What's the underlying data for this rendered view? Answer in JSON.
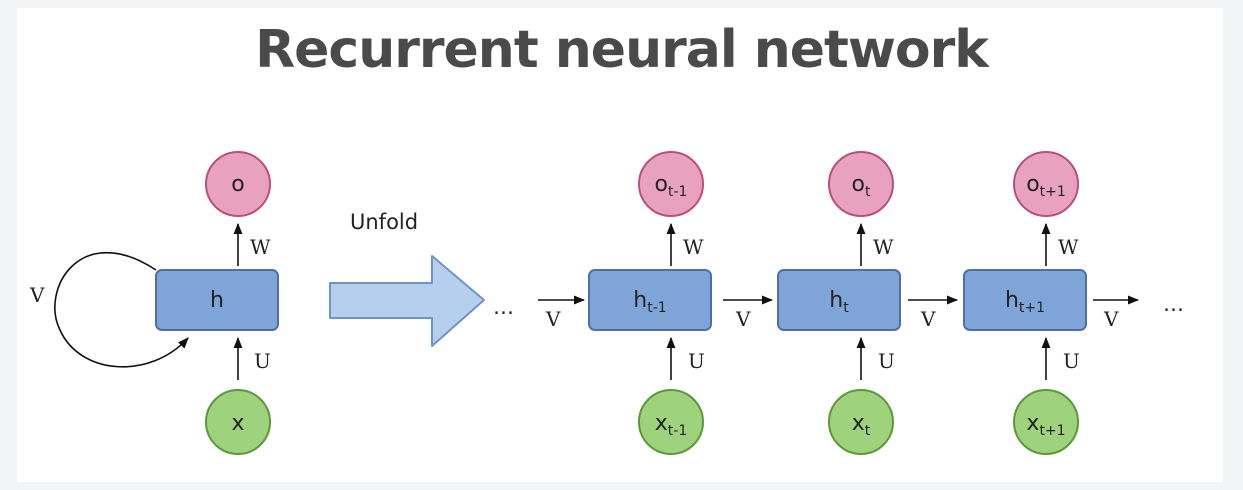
{
  "title": "Recurrent neural network",
  "unfold_label": "Unfold",
  "colors": {
    "hidden_fill": "#7fa5d8",
    "hidden_stroke": "#4f6fa8",
    "output_fill": "#e8a2c0",
    "output_stroke": "#b8507f",
    "input_fill": "#9fd27d",
    "input_stroke": "#5a9a3b",
    "arrow_fill": "#b7cfee",
    "arrow_stroke": "#6f94c6",
    "title_color": "#4a4a4a"
  },
  "folded": {
    "hidden": "h",
    "output": "o",
    "input": "x",
    "weight_w": "W",
    "weight_u": "U",
    "weight_v": "V"
  },
  "unfolded": {
    "ellipsis": "…",
    "steps": [
      {
        "hidden_base": "h",
        "hidden_sub": "t-1",
        "output_base": "o",
        "output_sub": "t-1",
        "input_base": "x",
        "input_sub": "t-1",
        "weight_w": "W",
        "weight_u": "U",
        "weight_v_in": "V",
        "weight_v_out": "V"
      },
      {
        "hidden_base": "h",
        "hidden_sub": "t",
        "output_base": "o",
        "output_sub": "t",
        "input_base": "x",
        "input_sub": "t",
        "weight_w": "W",
        "weight_u": "U",
        "weight_v_out": "V"
      },
      {
        "hidden_base": "h",
        "hidden_sub": "t+1",
        "output_base": "o",
        "output_sub": "t+1",
        "input_base": "x",
        "input_sub": "t+1",
        "weight_w": "W",
        "weight_u": "U",
        "weight_v_out": "V"
      }
    ]
  }
}
